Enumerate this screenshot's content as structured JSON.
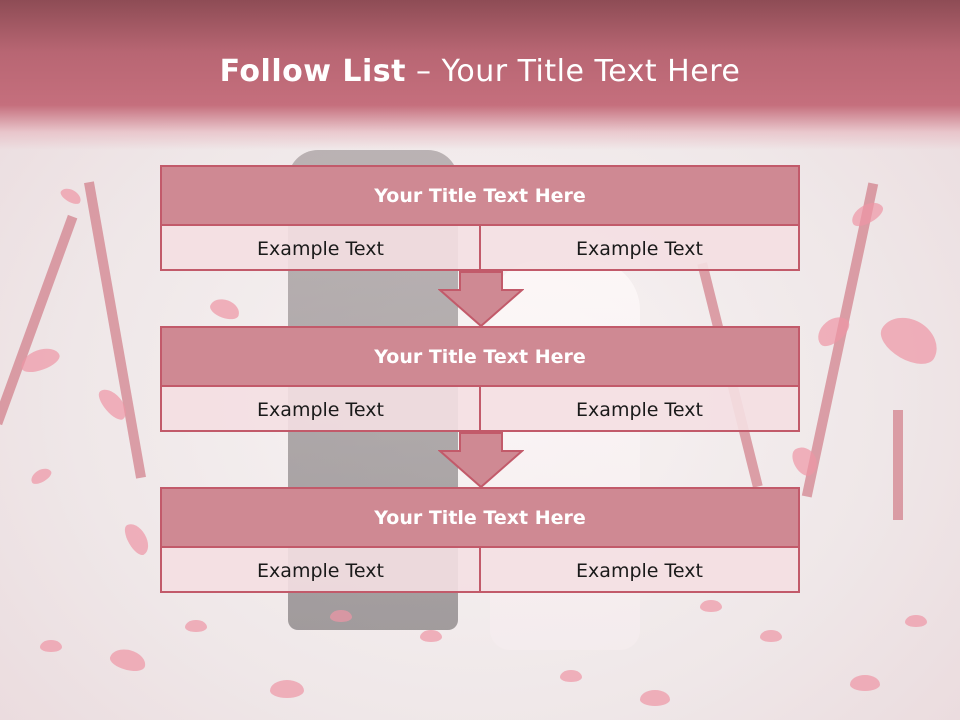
{
  "slide": {
    "title_bold": "Follow List",
    "title_rest": "– Your Title Text Here"
  },
  "steps": [
    {
      "title": "Your Title Text Here",
      "left": "Example Text",
      "right": "Example Text"
    },
    {
      "title": "Your Title Text Here",
      "left": "Example Text",
      "right": "Example Text"
    },
    {
      "title": "Your Title Text Here",
      "left": "Example Text",
      "right": "Example Text"
    }
  ],
  "colors": {
    "header": "#c56f7d",
    "panel_title_fill": "#cf8993",
    "panel_border": "#c25a6a",
    "panel_body_fill": "#f4dfe2"
  }
}
